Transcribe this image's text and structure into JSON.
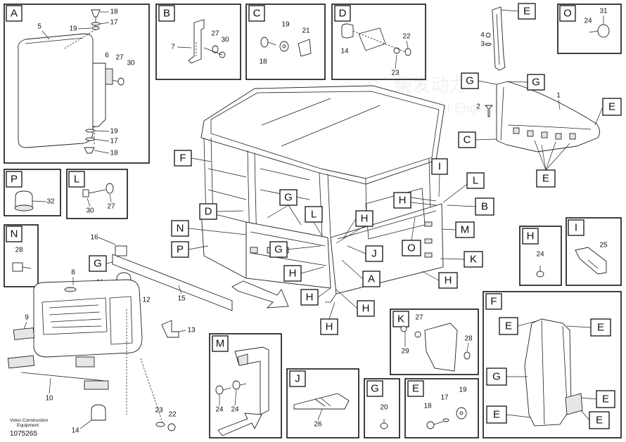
{
  "footer": {
    "line1": "Volvo Construction",
    "line2": "Equipment",
    "code": "1075265"
  },
  "panels": {
    "A": "A",
    "B": "B",
    "C": "C",
    "D": "D",
    "E_top": "E",
    "O_top": "O",
    "P": "P",
    "L": "L",
    "N": "N",
    "H": "H",
    "I": "I",
    "F": "F",
    "K": "K",
    "M": "M",
    "J": "J",
    "G": "G",
    "E_bot": "E"
  },
  "callouts": {
    "F1": "F",
    "D1": "D",
    "G1": "G",
    "L1": "L",
    "H1": "H",
    "N1": "N",
    "P1": "P",
    "G2": "G",
    "H2": "H",
    "H3": "H",
    "A1": "A",
    "H4": "H",
    "H5": "H",
    "J1": "J",
    "O1": "O",
    "H6": "H",
    "L2": "L",
    "I1": "I",
    "B1": "B",
    "M1": "M",
    "K1": "K",
    "H7": "H",
    "C1": "C",
    "E1": "E",
    "G3": "G",
    "G4": "G",
    "E2": "E",
    "E3": "E",
    "G5": "G",
    "Fe1": "E",
    "Fe2": "E",
    "Fe3": "E",
    "Fe4": "E",
    "Fe5": "E",
    "Fg": "G"
  },
  "numbers": {
    "a18": "18",
    "a17": "17",
    "a19": "19",
    "a5": "5",
    "a6": "6",
    "a27": "27",
    "a30": "30",
    "a19b": "19",
    "a17b": "17",
    "a18b": "18",
    "b7": "7",
    "b27": "27",
    "b30": "30",
    "c19": "19",
    "c21": "21",
    "c18": "18",
    "d22": "22",
    "d14": "14",
    "d23": "23",
    "e4": "4",
    "e3": "3",
    "e2": "2",
    "e1": "1",
    "o31": "31",
    "o24": "24",
    "p32": "32",
    "l30": "30",
    "l27": "27",
    "n28": "28",
    "m16": "16",
    "m11": "11",
    "m12": "12",
    "m15": "15",
    "m8": "8",
    "m9": "9",
    "m13": "13",
    "m10": "10",
    "m23": "23",
    "m22": "22",
    "m14": "14",
    "h24": "24",
    "i25": "25",
    "k27": "27",
    "k29": "29",
    "k28": "28",
    "mm24a": "24",
    "mm24b": "24",
    "j26": "26",
    "g20": "20",
    "e18": "18",
    "e17": "17",
    "e19": "19"
  },
  "watermark": [
    "柴发动力",
    "Diesel-Engines"
  ]
}
